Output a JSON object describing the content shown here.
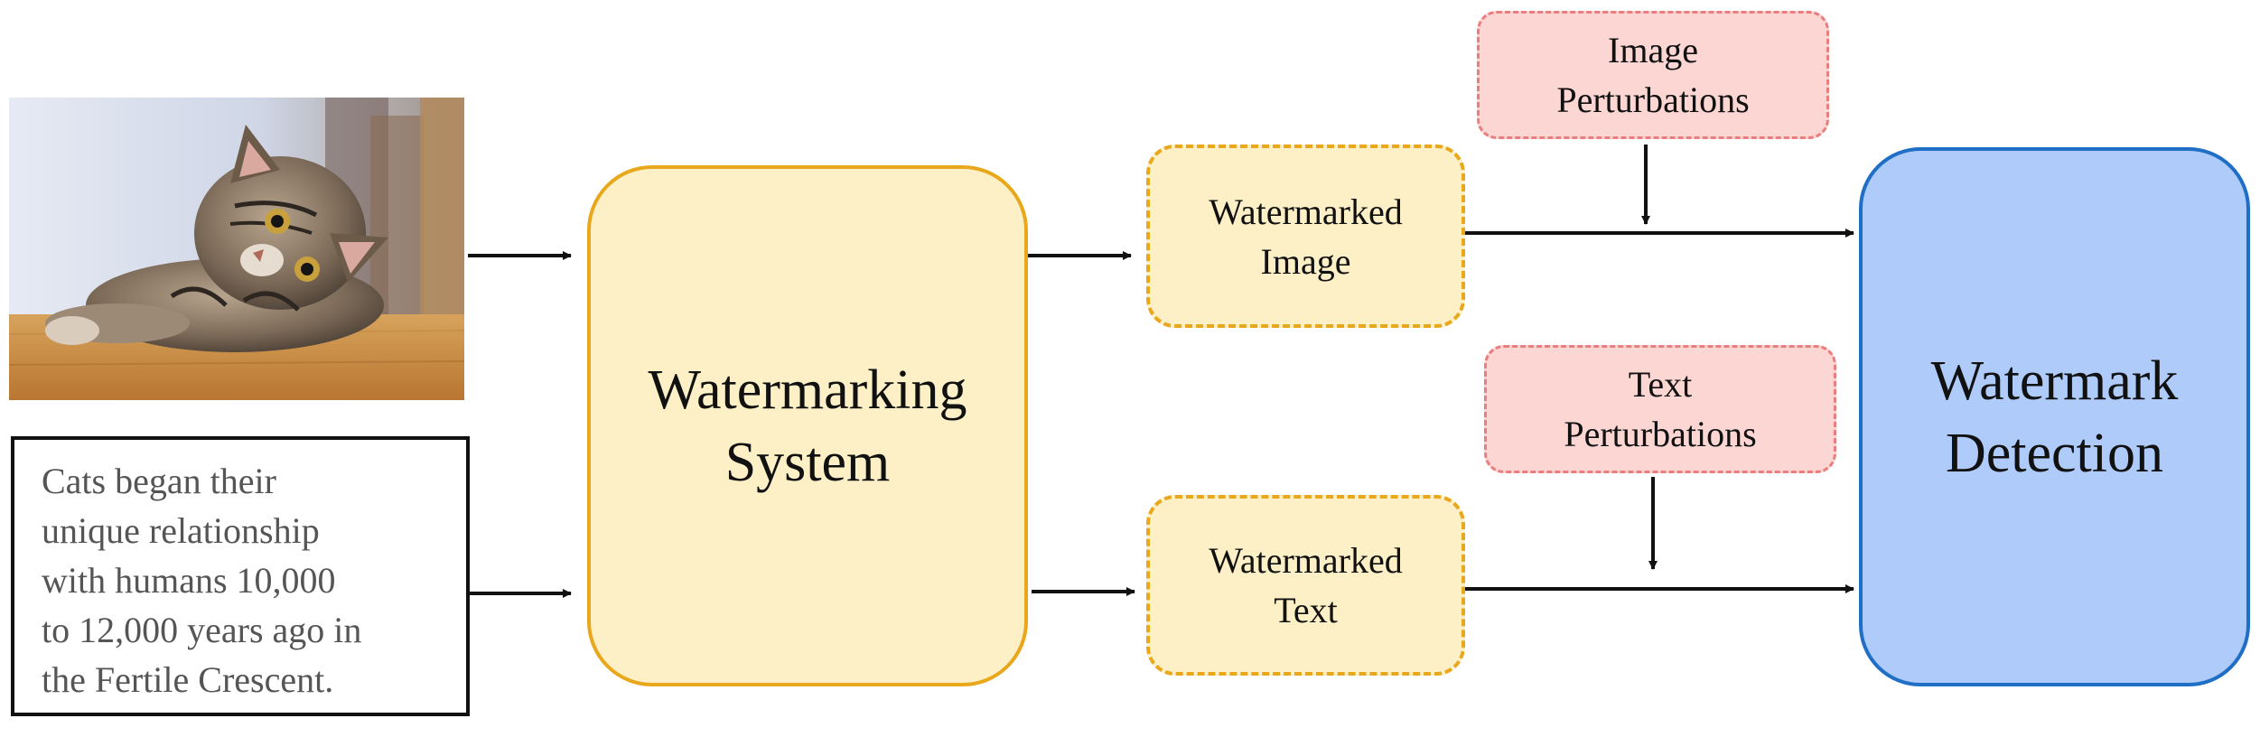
{
  "input": {
    "text_passage": "Cats began their\nunique relationship\nwith humans 10,000\nto 12,000 years ago in\nthe Fertile Crescent."
  },
  "nodes": {
    "watermarking_system": "Watermarking\nSystem",
    "watermarked_image": "Watermarked\nImage",
    "watermarked_text": "Watermarked\nText",
    "image_perturbations": "Image\nPerturbations",
    "text_perturbations": "Text\nPerturbations",
    "watermark_detection": "Watermark\nDetection"
  },
  "colors": {
    "system_fill": "#fdefc6",
    "system_border": "#e9a81b",
    "perturbation_fill": "#fcd6d3",
    "perturbation_border": "#ea7d7d",
    "detection_fill": "#aecbfa",
    "detection_border": "#1f6fc6",
    "arrow": "#111111"
  }
}
